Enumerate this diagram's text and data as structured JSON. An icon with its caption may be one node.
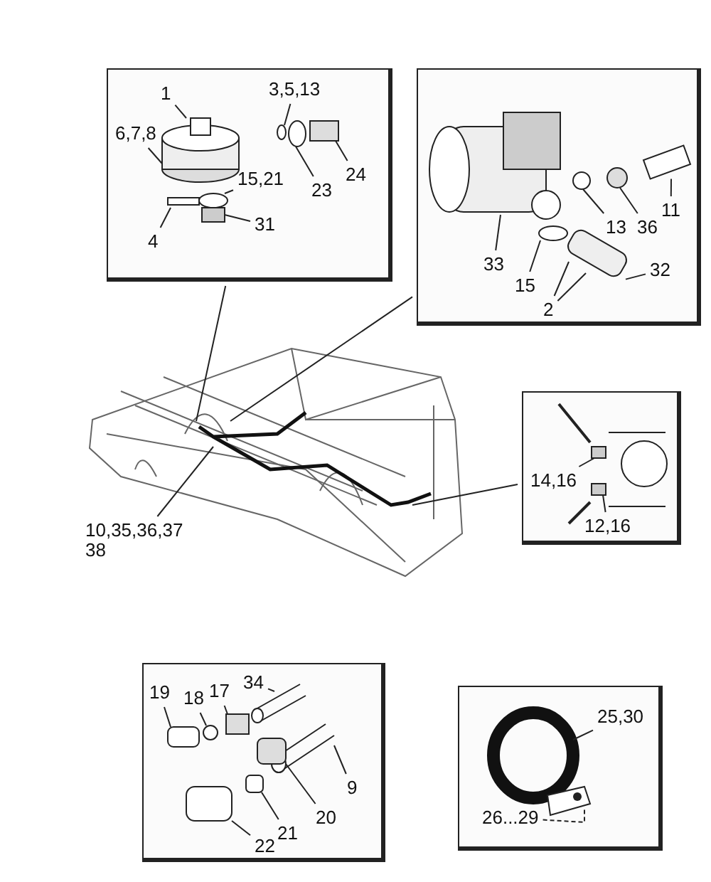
{
  "diagram": {
    "nodes": [
      {
        "text": [],
        "shape": "box"
      },
      {
        "text": [
          "1"
        ],
        "in": 0
      },
      {
        "text": [
          "6,7,8"
        ],
        "in": 0
      },
      {
        "text": [
          "3,5,13"
        ],
        "in": 0
      },
      {
        "text": [
          "23"
        ],
        "in": 0
      },
      {
        "text": [
          "24"
        ],
        "in": 0
      },
      {
        "text": [
          "15,21"
        ],
        "in": 0
      },
      {
        "text": [
          "31"
        ],
        "in": 0
      },
      {
        "text": [
          "4"
        ],
        "in": 0
      },
      {
        "text": [],
        "shape": "box"
      },
      {
        "text": [
          "11"
        ],
        "in": 9
      },
      {
        "text": [
          "13"
        ],
        "in": 9
      },
      {
        "text": [
          "36"
        ],
        "in": 9
      },
      {
        "text": [
          "33"
        ],
        "in": 9
      },
      {
        "text": [
          "15"
        ],
        "in": 9
      },
      {
        "text": [
          "32"
        ],
        "in": 9
      },
      {
        "text": [
          "2"
        ],
        "in": 9
      },
      {
        "text": [],
        "shape": "picture"
      },
      {
        "text": [],
        "shape": "box"
      },
      {
        "text": [
          "14,16"
        ],
        "in": 18
      },
      {
        "text": [
          "12,16"
        ],
        "in": 18
      },
      {
        "text": [
          "10,35,36,37 38"
        ]
      },
      {
        "text": [],
        "shape": "box"
      },
      {
        "text": [
          "34"
        ],
        "in": 22
      },
      {
        "text": [
          "17"
        ],
        "in": 22
      },
      {
        "text": [
          "18"
        ],
        "in": 22
      },
      {
        "text": [
          "19"
        ],
        "in": 22
      },
      {
        "text": [
          "9"
        ],
        "in": 22
      },
      {
        "text": [
          "20"
        ],
        "in": 22
      },
      {
        "text": [
          "21"
        ],
        "in": 22
      },
      {
        "text": [
          "22"
        ],
        "in": 22
      },
      {
        "text": [],
        "shape": "box"
      },
      {
        "text": [
          "25,30"
        ],
        "in": 31
      },
      {
        "text": [
          "26...29"
        ],
        "in": 31
      },
      {
        "text": [],
        "shape": "picture",
        "in": 0
      },
      {
        "text": [],
        "shape": "circle",
        "in": 0
      },
      {
        "text": [],
        "shape": "circle",
        "in": 0
      },
      {
        "text": [],
        "shape": "box",
        "in": 0
      },
      {
        "text": [],
        "shape": "picture",
        "in": 0
      },
      {
        "text": [],
        "shape": "box",
        "in": 0
      },
      {
        "text": [],
        "shape": "cylinder",
        "in": 9
      },
      {
        "text": [],
        "shape": "circle",
        "in": 9
      },
      {
        "text": [],
        "shape": "circle",
        "in": 9
      },
      {
        "text": [],
        "shape": "box",
        "in": 9
      },
      {
        "text": [],
        "shape": "circle",
        "in": 9
      },
      {
        "text": [],
        "shape": "box",
        "in": 9
      },
      {
        "text": [],
        "shape": "box",
        "in": 18
      },
      {
        "text": [],
        "shape": "box",
        "in": 18
      },
      {
        "text": [],
        "shape": "picture",
        "in": 22
      },
      {
        "text": [],
        "shape": "box",
        "in": 22
      },
      {
        "text": [],
        "shape": "circle",
        "in": 22
      },
      {
        "text": [],
        "shape": "box",
        "in": 22
      },
      {
        "text": [],
        "shape": "picture",
        "in": 22
      },
      {
        "text": [],
        "shape": "box",
        "in": 22
      },
      {
        "text": [],
        "shape": "box",
        "in": 22
      },
      {
        "text": [],
        "shape": "box",
        "in": 22
      },
      {
        "text": [],
        "shape": "circle",
        "in": 31
      },
      {
        "text": [],
        "shape": "picture",
        "in": 31
      }
    ],
    "edges": [
      {
        "from": 1,
        "to": 34,
        "arrow": "none"
      },
      {
        "from": 2,
        "to": 34,
        "arrow": "none"
      },
      {
        "from": 3,
        "to": 35,
        "arrow": "none"
      },
      {
        "from": 4,
        "to": 36,
        "arrow": "none"
      },
      {
        "from": 5,
        "to": 37,
        "arrow": "none"
      },
      {
        "from": 6,
        "to": 38,
        "arrow": "none"
      },
      {
        "from": 7,
        "to": 39,
        "arrow": "none"
      },
      {
        "from": 8,
        "to": 38,
        "arrow": "none"
      },
      {
        "from": 10,
        "to": 43,
        "arrow": "none"
      },
      {
        "from": 11,
        "to": 41,
        "arrow": "none"
      },
      {
        "from": 12,
        "to": 42,
        "arrow": "none"
      },
      {
        "from": 13,
        "to": 40,
        "arrow": "none"
      },
      {
        "from": 14,
        "to": 44,
        "arrow": "none"
      },
      {
        "from": 15,
        "to": 45,
        "arrow": "none"
      },
      {
        "from": 16,
        "to": 45,
        "arrow": "none"
      },
      {
        "from": 16,
        "to": 45,
        "arrow": "none"
      },
      {
        "from": 0,
        "to": 17,
        "arrow": "none"
      },
      {
        "from": 9,
        "to": 17,
        "arrow": "none"
      },
      {
        "from": 18,
        "to": 17,
        "arrow": "none"
      },
      {
        "from": 21,
        "to": 17,
        "arrow": "none"
      },
      {
        "from": 19,
        "to": 46,
        "arrow": "none"
      },
      {
        "from": 20,
        "to": 47,
        "arrow": "none"
      },
      {
        "from": 23,
        "to": 48,
        "arrow": "none"
      },
      {
        "from": 24,
        "to": 49,
        "arrow": "none"
      },
      {
        "from": 25,
        "to": 50,
        "arrow": "none"
      },
      {
        "from": 26,
        "to": 51,
        "arrow": "none"
      },
      {
        "from": 27,
        "to": 52,
        "arrow": "none"
      },
      {
        "from": 28,
        "to": 53,
        "arrow": "none"
      },
      {
        "from": 29,
        "to": 54,
        "arrow": "none"
      },
      {
        "from": 30,
        "to": 55,
        "arrow": "none"
      },
      {
        "from": 32,
        "to": 56,
        "arrow": "none"
      },
      {
        "from": 33,
        "to": 57,
        "arrow": "none",
        "style": "dashed"
      }
    ]
  }
}
